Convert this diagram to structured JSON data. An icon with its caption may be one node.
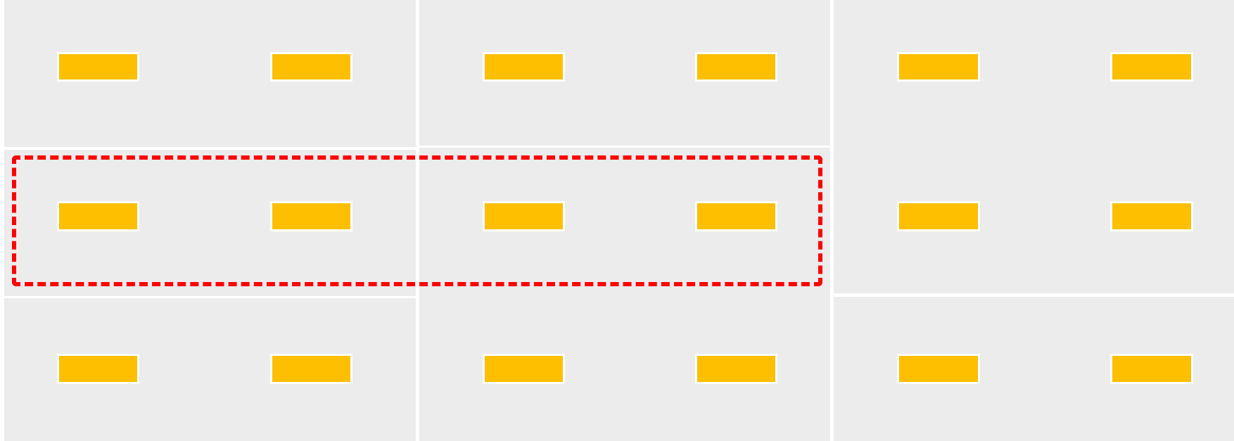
{
  "diagram": {
    "nodes": [
      {
        "text": [],
        "shape": "box"
      },
      {
        "text": [],
        "shape": "box",
        "in": 0
      },
      {
        "text": [],
        "shape": "box",
        "in": 0
      },
      {
        "text": [],
        "shape": "box"
      },
      {
        "text": [],
        "shape": "box",
        "in": 3
      },
      {
        "text": [],
        "shape": "box",
        "in": 3
      },
      {
        "text": [],
        "shape": "box"
      },
      {
        "text": [],
        "shape": "box",
        "in": 6
      },
      {
        "text": [],
        "shape": "box",
        "in": 6
      },
      {
        "text": [],
        "shape": "box",
        "in": 6
      },
      {
        "text": [],
        "shape": "box",
        "in": 6
      },
      {
        "text": [],
        "shape": "box"
      },
      {
        "text": [],
        "shape": "box",
        "in": 11
      },
      {
        "text": [],
        "shape": "box",
        "in": 11
      },
      {
        "text": [],
        "shape": "box"
      },
      {
        "text": [],
        "shape": "box"
      },
      {
        "text": [],
        "shape": "box"
      },
      {
        "text": [],
        "shape": "box",
        "in": 14
      },
      {
        "text": [],
        "shape": "box",
        "in": 14
      },
      {
        "text": [],
        "shape": "box"
      },
      {
        "text": [],
        "shape": "box",
        "in": 19
      },
      {
        "text": [],
        "shape": "box",
        "in": 19
      },
      {
        "text": [],
        "shape": "box"
      },
      {
        "text": [],
        "shape": "box",
        "in": 22
      },
      {
        "text": [],
        "shape": "box",
        "in": 22
      },
      {
        "text": [],
        "shape": "box"
      }
    ]
  }
}
